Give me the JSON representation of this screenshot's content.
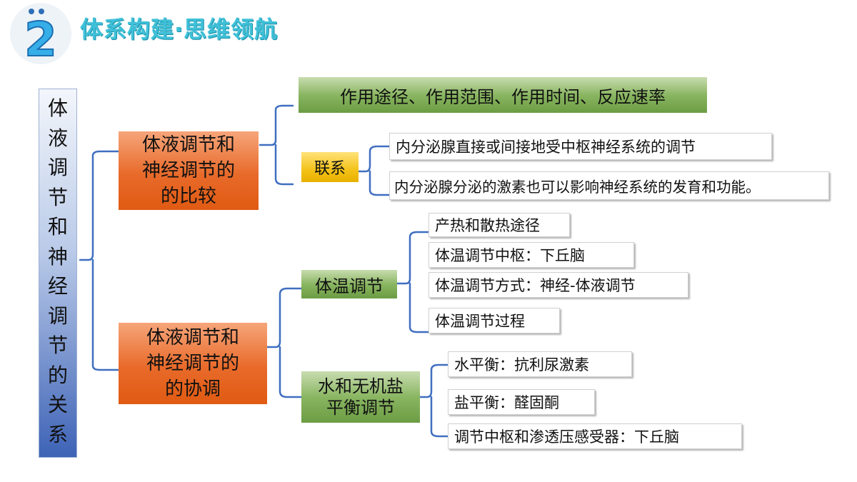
{
  "header": {
    "number": "2",
    "title": "体系构建·思维领航"
  },
  "root": {
    "label": "体液调节和神经调节的关系",
    "chars": [
      "体",
      "液",
      "调",
      "节",
      "和",
      "神",
      "经",
      "调",
      "节",
      "的",
      "关",
      "系"
    ]
  },
  "branch_compare": {
    "label_lines": [
      "体液调节和",
      "神经调节的",
      "的比较"
    ],
    "difference": "作用途径、作用范围、作用时间、反应速率",
    "link_label": "联系",
    "links": [
      "内分泌腺直接或间接地受中枢神经系统的调节",
      "内分泌腺分泌的激素也可以影响神经系统的发育和功能。"
    ]
  },
  "branch_coordinate": {
    "label_lines": [
      "体液调节和",
      "神经调节的",
      "的协调"
    ],
    "temperature": {
      "label": "体温调节",
      "items": [
        "产热和散热途径",
        "体温调节中枢：下丘脑",
        "体温调节方式：神经-体液调节",
        "体温调节过程"
      ]
    },
    "water_salt": {
      "label_lines": [
        "水和无机盐",
        "平衡调节"
      ],
      "items": [
        "水平衡：抗利尿激素",
        "盐平衡：醛固酮",
        "调节中枢和渗透压感受器：下丘脑"
      ]
    }
  },
  "colors": {
    "line": "#3f6fc0",
    "title": "#3fc0d8",
    "orange": "#e8682a",
    "green": "#7aab52",
    "yellow": "#f3c218"
  }
}
